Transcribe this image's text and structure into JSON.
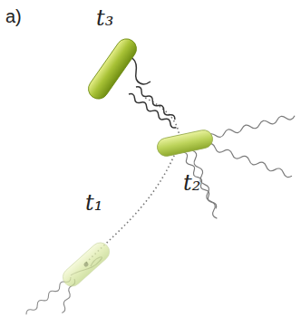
{
  "diagram": {
    "labels": [
      "a)",
      "t₃",
      "t₂",
      "t₁"
    ]
  }
}
